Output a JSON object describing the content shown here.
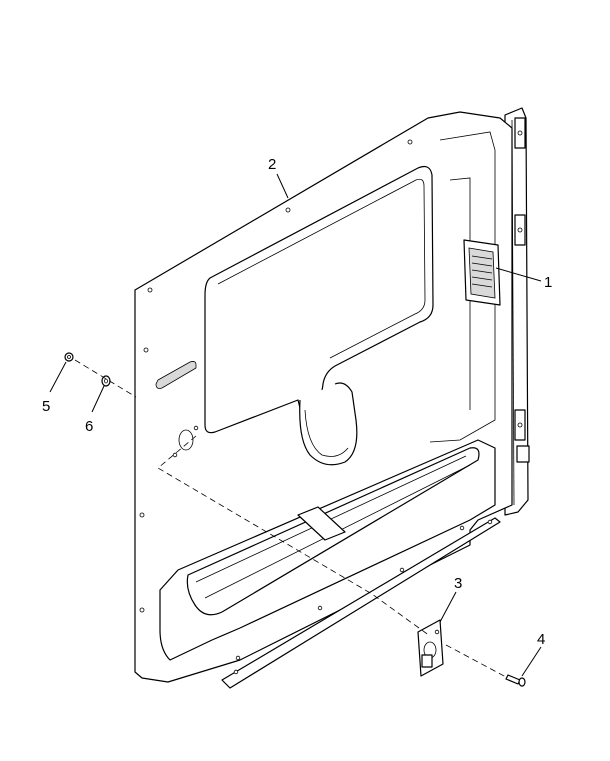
{
  "callouts": [
    {
      "id": "1",
      "label": "1"
    },
    {
      "id": "2",
      "label": "2"
    },
    {
      "id": "3",
      "label": "3"
    },
    {
      "id": "4",
      "label": "4"
    },
    {
      "id": "5",
      "label": "5"
    },
    {
      "id": "6",
      "label": "6"
    }
  ],
  "colors": {
    "line": "#000000",
    "background": "#ffffff",
    "shading": "#d9d9d9"
  }
}
